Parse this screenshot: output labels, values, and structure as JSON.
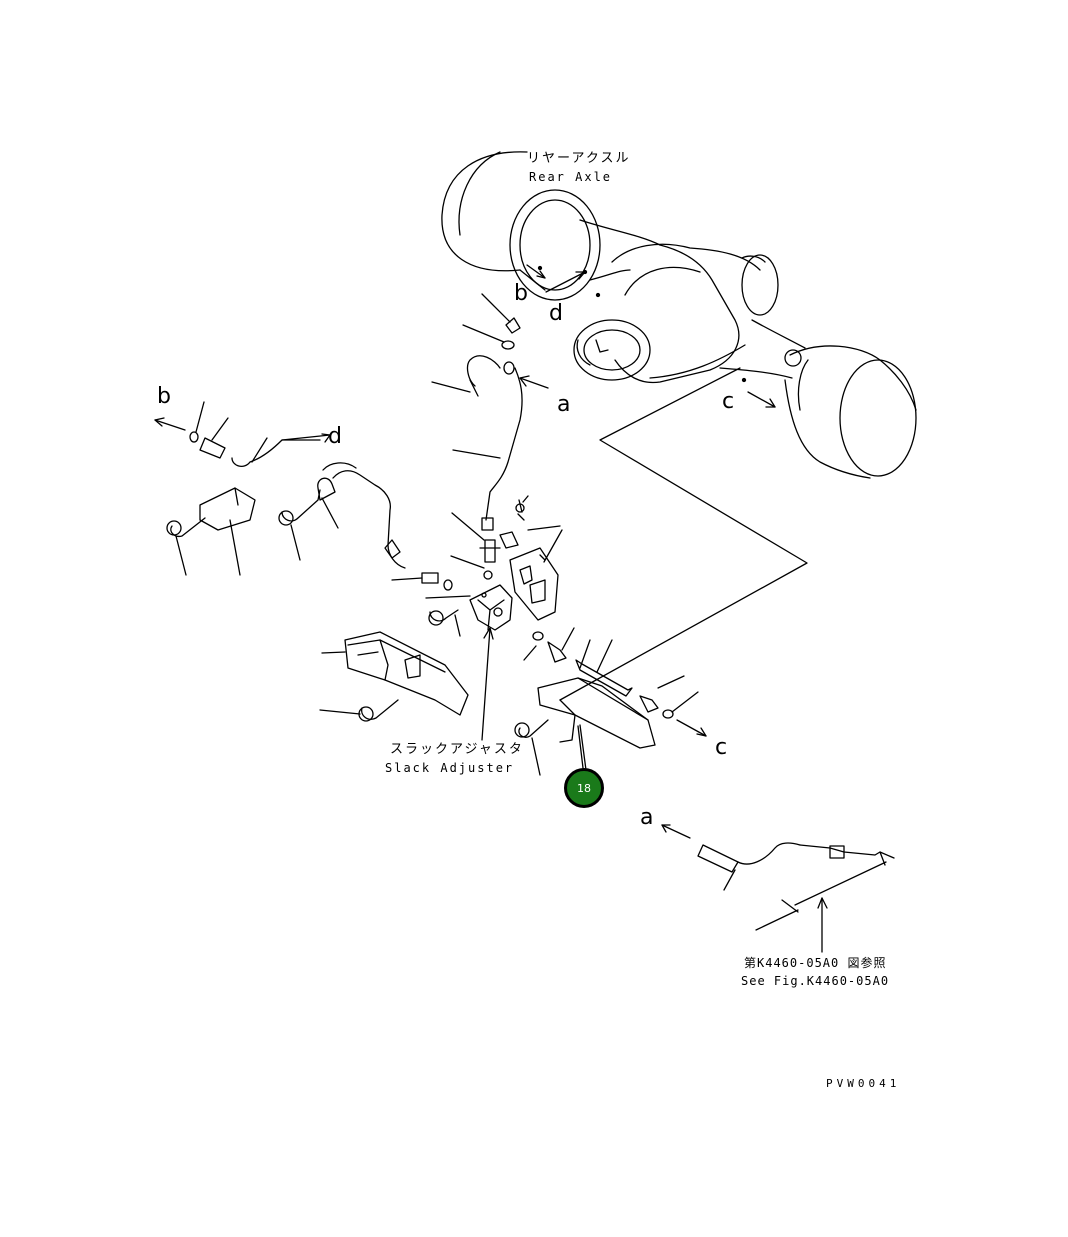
{
  "labels": {
    "rear_axle_jp": "リヤーアクスル",
    "rear_axle_en": "Rear Axle",
    "slack_adjuster_jp": "スラックアジャスタ",
    "slack_adjuster_en": "Slack Adjuster",
    "see_fig_jp": "第K4460-05A0 図参照",
    "see_fig_en": "See Fig.K4460-05A0",
    "drawing_code": "PVW0041"
  },
  "connection_letters": {
    "b_axle": "b",
    "d_axle": "d",
    "a_axle": "a",
    "c_axle": "c",
    "b_left": "b",
    "d_left": "d",
    "c_right": "c",
    "a_cable": "a"
  },
  "callout": {
    "number": "18",
    "fill_color": "#1a7a1a",
    "ring_color": "#000000"
  },
  "colors": {
    "line": "#000000",
    "background": "#ffffff"
  }
}
